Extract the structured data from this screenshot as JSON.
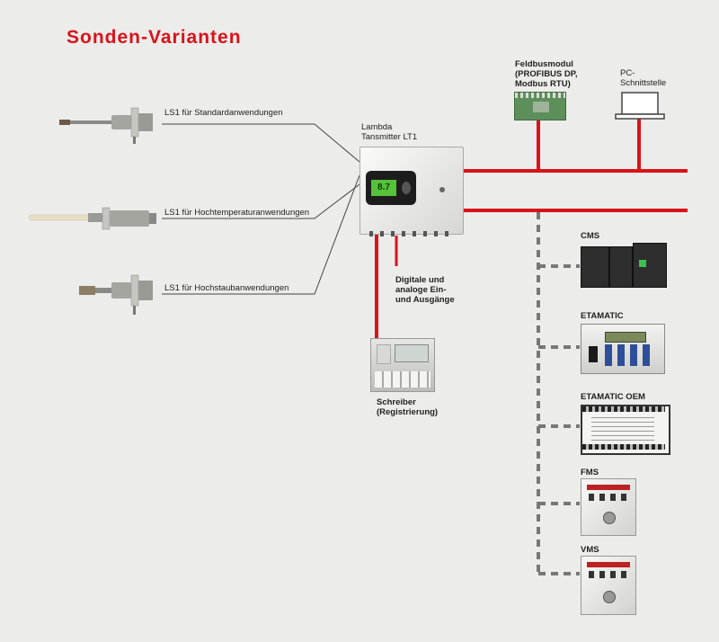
{
  "title": "Sonden-Varianten",
  "probes": [
    {
      "label": "LS1 für Standardanwendungen"
    },
    {
      "label": "LS1 für Hochtemperaturanwendungen"
    },
    {
      "label": "LS1 für Hochstaubanwendungen"
    }
  ],
  "transmitter": {
    "line1": "Lambda",
    "line2": "Tansmitter LT1",
    "display_value": "8.7"
  },
  "io_label": {
    "line1": "Digitale und",
    "line2": "analoge Ein-",
    "line3": "und Ausgänge"
  },
  "recorder": {
    "line1": "Schreiber",
    "line2": "(Registrierung)"
  },
  "fieldbus": {
    "line1": "Feldbusmodul",
    "line2": "(PROFIBUS DP,",
    "line3": "Modbus RTU)"
  },
  "pc": {
    "line1": "PC-",
    "line2": "Schnittstelle"
  },
  "devices": [
    {
      "label": "CMS"
    },
    {
      "label": "ETAMATIC"
    },
    {
      "label": "ETAMATIC OEM"
    },
    {
      "label": "FMS"
    },
    {
      "label": "VMS"
    }
  ],
  "colors": {
    "accent": "#d8131a",
    "background": "#ececeb",
    "wire": "#444444",
    "dash": "#777777"
  }
}
